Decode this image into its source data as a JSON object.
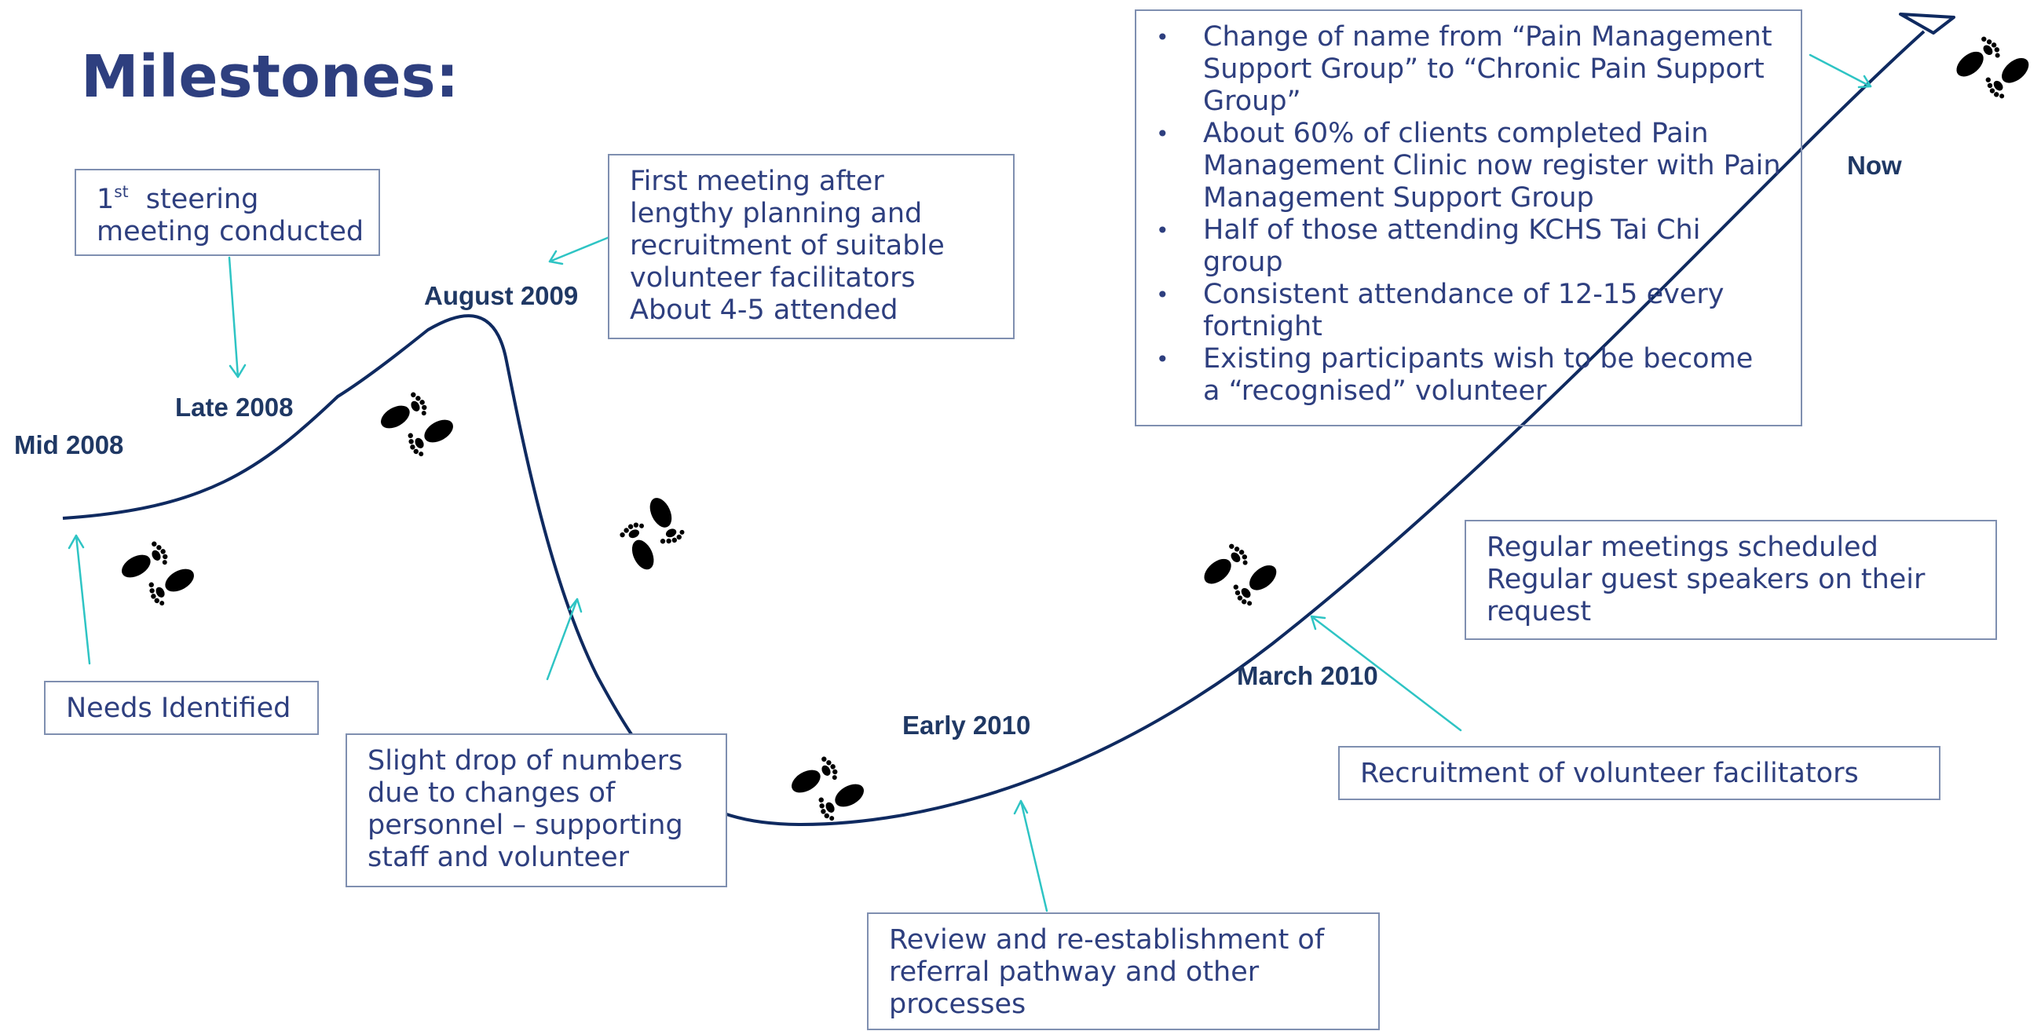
{
  "title": "Milestones:",
  "colors": {
    "title": "#2e3f7f",
    "label": "#1f3864",
    "curve": "#0f2a60",
    "arrow": "#2ec4c4",
    "box_border": "#7f8fb0",
    "box_text": "#2e3f7f"
  },
  "icons": [
    "footprints-icon"
  ],
  "timeline_labels": {
    "mid_2008": "Mid 2008",
    "late_2008": "Late 2008",
    "aug_2009": "August 2009",
    "early_2010": "Early 2010",
    "march_2010": "March 2010",
    "now": "Now"
  },
  "boxes": {
    "steering": {
      "superscript_prefix": "1",
      "sup": "st",
      "line1_rest": "  steering",
      "line2": "meeting conducted"
    },
    "needs": {
      "text": "Needs Identified"
    },
    "first_meeting": {
      "lines": [
        "First meeting after",
        "lengthy planning and",
        "recruitment of suitable",
        "volunteer facilitators",
        "About 4-5 attended"
      ]
    },
    "drop": {
      "lines": [
        "Slight drop of numbers",
        "due to changes of",
        "personnel – supporting",
        "staff and volunteer"
      ]
    },
    "review": {
      "lines": [
        "Review and re-establishment of",
        "referral pathway and other",
        "processes"
      ]
    },
    "recruitment": {
      "text": "Recruitment of  volunteer facilitators"
    },
    "regular": {
      "lines": [
        "Regular meetings scheduled",
        "Regular guest speakers on their",
        "request"
      ]
    },
    "now_points": {
      "items": [
        [
          "Change of name from “Pain Management",
          "Support Group” to “Chronic Pain Support",
          "Group”"
        ],
        [
          "About 60% of clients completed Pain",
          "Management Clinic now register with Pain",
          "Management Support Group"
        ],
        [
          "Half of those attending KCHS Tai Chi",
          "group"
        ],
        [
          "Consistent attendance of 12-15 every",
          "fortnight"
        ],
        [
          "Existing  participants wish  to be become",
          "a “recognised” volunteer"
        ]
      ]
    }
  }
}
